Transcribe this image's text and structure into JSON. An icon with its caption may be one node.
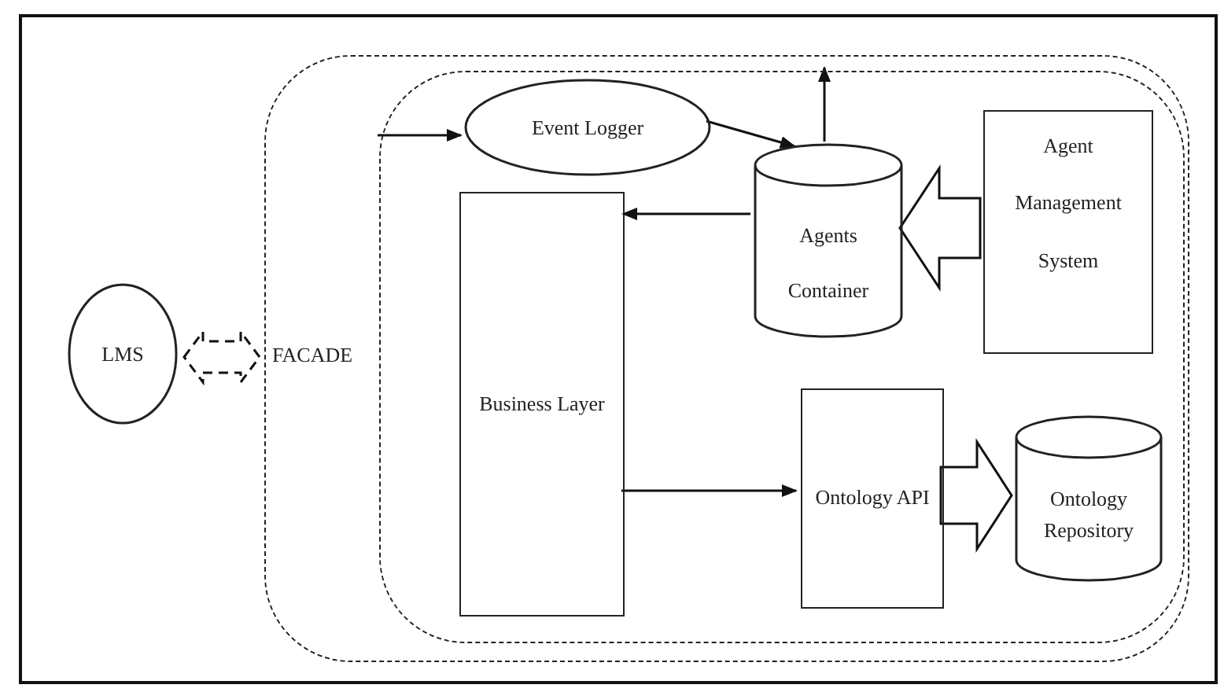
{
  "diagram": {
    "nodes": [
      {
        "text": [
          "LMS"
        ]
      },
      {
        "text": [
          "FACADE"
        ]
      },
      {
        "text": [],
        "shape": "box",
        "in": 1
      },
      {
        "text": [
          "Event Logger"
        ],
        "in": 2
      },
      {
        "text": [
          "Business Layer"
        ],
        "in": 2
      },
      {
        "text": [
          "Agents Container"
        ],
        "in": 2
      },
      {
        "text": [
          "Agent Management System"
        ],
        "in": 2
      },
      {
        "text": [
          "Ontology API"
        ],
        "in": 2
      },
      {
        "text": [
          "Ontology Repository"
        ],
        "in": 2
      }
    ],
    "edges": [
      {
        "from": 0,
        "to": 1,
        "arrow": "both",
        "style": "dashed"
      },
      {
        "from": 2,
        "to": 3,
        "arrow": "to"
      },
      {
        "from": 3,
        "to": 5,
        "arrow": "to"
      },
      {
        "from": 5,
        "to": 2,
        "arrow": "to"
      },
      {
        "from": 5,
        "to": 4,
        "arrow": "to"
      },
      {
        "from": 6,
        "to": 5,
        "arrow": "to"
      },
      {
        "from": 4,
        "to": 7,
        "arrow": "to"
      },
      {
        "from": 7,
        "to": 8,
        "arrow": "to"
      }
    ]
  }
}
